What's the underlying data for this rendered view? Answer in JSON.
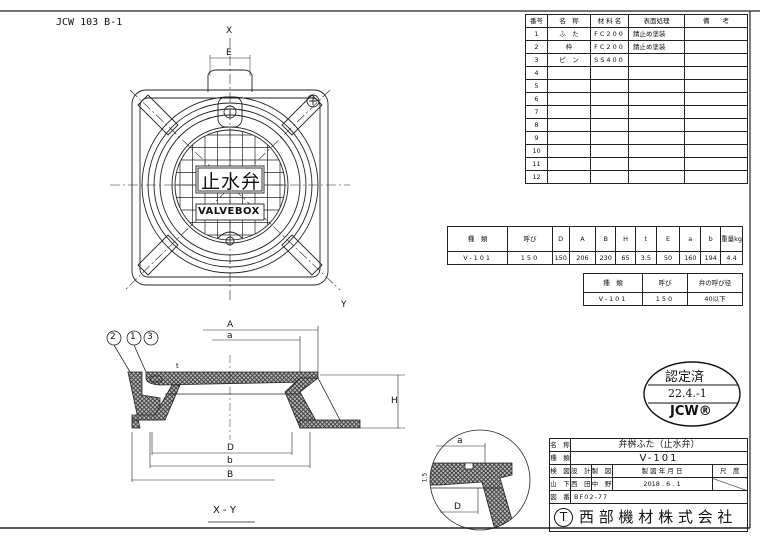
{
  "document_id": "JCW 103 B-1",
  "plan_view": {
    "axis_x": "X",
    "axis_y": "Y",
    "dim_e": "E",
    "cover_text_jp": "止水弁",
    "cover_text_en": "VALVEBOX"
  },
  "section_view": {
    "title": "X - Y",
    "part_markers": [
      "2",
      "1",
      "3"
    ],
    "dims": {
      "A": "A",
      "a": "a",
      "t": "t",
      "H": "H",
      "D": "D",
      "b": "b",
      "B": "B"
    }
  },
  "detail_view": {
    "dim_a": "a",
    "dim_d": "D",
    "dim_t": "1.5"
  },
  "parts_table": {
    "headers": [
      "番号",
      "名　称",
      "材 料 名",
      "表面処理",
      "備　　考"
    ],
    "rows": [
      [
        "1",
        "ふ　た",
        "FC200",
        "錆止め塗装",
        ""
      ],
      [
        "2",
        "枠",
        "FC200",
        "錆止め塗装",
        ""
      ],
      [
        "3",
        "ピ　ン",
        "SS400",
        "",
        ""
      ],
      [
        "4",
        "",
        "",
        "",
        ""
      ],
      [
        "5",
        "",
        "",
        "",
        ""
      ],
      [
        "6",
        "",
        "",
        "",
        ""
      ],
      [
        "7",
        "",
        "",
        "",
        ""
      ],
      [
        "8",
        "",
        "",
        "",
        ""
      ],
      [
        "9",
        "",
        "",
        "",
        ""
      ],
      [
        "10",
        "",
        "",
        "",
        ""
      ],
      [
        "11",
        "",
        "",
        "",
        ""
      ],
      [
        "12",
        "",
        "",
        "",
        ""
      ]
    ]
  },
  "spec_table": {
    "headers": [
      "種　類",
      "呼び",
      "D",
      "A",
      "B",
      "H",
      "t",
      "E",
      "a",
      "b",
      "重量kg"
    ],
    "rows": [
      [
        "V-101",
        "150",
        "150",
        "206",
        "230",
        "65",
        "3.5",
        "50",
        "160",
        "194",
        "4.4"
      ]
    ]
  },
  "valve_table": {
    "headers": [
      "種　類",
      "呼び",
      "弁の呼び径"
    ],
    "rows": [
      [
        "V-101",
        "150",
        "40以下"
      ]
    ]
  },
  "certification_stamp": {
    "line1": "認定済",
    "line2": "22.4.-1",
    "line3": "JCW®"
  },
  "title_block": {
    "name_label": "名　称",
    "name_value": "弁桝ふた（止水弁）",
    "type_label": "種　類",
    "type_value": "V-101",
    "check_label": "検　図",
    "design_label": "設　計",
    "draft_label": "製　図",
    "date_label": "製 図 年 月 日",
    "scale_label": "尺　度",
    "checker": "山　下",
    "designer": "西　田",
    "drafter": "中　野",
    "date": "2018 . 6 . 1",
    "drawing_no_label": "図　番",
    "drawing_no": "BF02-77",
    "company": "西 部 機 材 株 式 会 社"
  }
}
